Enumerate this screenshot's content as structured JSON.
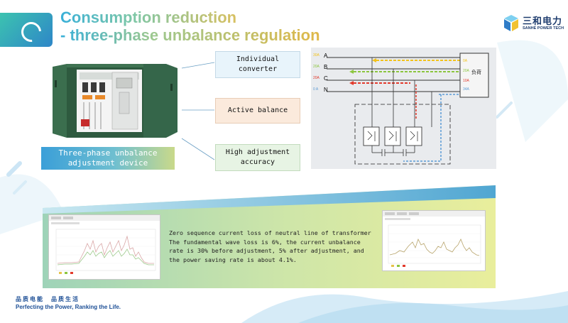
{
  "header": {
    "title_line1": "Consumption reduction",
    "title_line2": "- three-phase unbalance regulation",
    "brand_name": "三和电力",
    "brand_tagline": "SANHE POWER TECH"
  },
  "cabinet": {
    "label_line1": "Three-phase unbalance",
    "label_line2": "adjustment device"
  },
  "callouts": [
    {
      "line1": "Individual",
      "line2": "converter"
    },
    {
      "line1": "Active balance",
      "line2": ""
    },
    {
      "line1": "High adjustment",
      "line2": "accuracy"
    }
  ],
  "wiring": {
    "phases": [
      "A",
      "B",
      "C",
      "N"
    ],
    "left_currents": [
      "30A",
      "20A",
      "20A",
      "0 A"
    ],
    "right_currents": [
      "0A",
      "20A",
      "10A",
      "34A"
    ],
    "load_label": "负荷"
  },
  "note": {
    "line1": "Zero sequence current loss of neutral line of transformer",
    "line2": "The fundamental wave loss is 6%, the current unbalance",
    "line3": "rate is 30% before adjustment, 5% after adjustment, and",
    "line4": "the power saving rate is about 4.1%."
  },
  "footer": {
    "slogan_cn": "品质电能　品质生活",
    "slogan_en": "Perfecting the Power, Ranking the Life."
  },
  "colors": {
    "phase_a": "#f2c21b",
    "phase_b": "#8cc63f",
    "phase_c": "#e23a2c",
    "neutral": "#5b9bd5",
    "brand_blue": "#1d4f96"
  }
}
